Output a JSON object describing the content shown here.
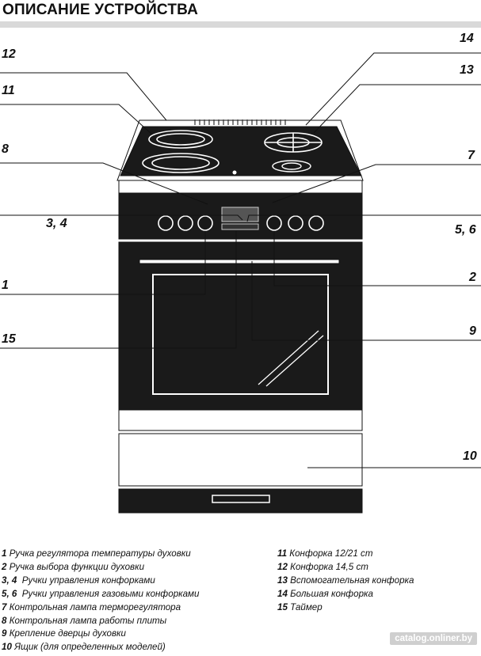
{
  "page": {
    "title": "ОПИСАНИЕ УСТРОЙСТВА"
  },
  "callouts": {
    "c1": "1",
    "c2": "2",
    "c3_4": "3, 4",
    "c5_6": "5, 6",
    "c7": "7",
    "c8": "8",
    "c9": "9",
    "c10": "10",
    "c11": "11",
    "c12": "12",
    "c13": "13",
    "c14": "14",
    "c15": "15"
  },
  "legend_left": [
    {
      "num": "1",
      "text": "Ручка регулятора температуры духовки"
    },
    {
      "num": "2",
      "text": "Ручка выбора функции духовки"
    },
    {
      "num": "3, 4",
      "text": "Ручки управления конфорками"
    },
    {
      "num": "5, 6",
      "text": "Ручки управления газовыми конфорками"
    },
    {
      "num": "7",
      "text": "Контрольная лампа терморегулятора"
    },
    {
      "num": "8",
      "text": "Контрольная лампа работы плиты"
    },
    {
      "num": "9",
      "text": "Крепление дверцы духовки"
    },
    {
      "num": "10",
      "text": "Ящик (для определенных моделей)"
    }
  ],
  "legend_right": [
    {
      "num": "11",
      "text": "Конфорка 12/21 cm"
    },
    {
      "num": "12",
      "text": "Конфорка 14,5 cm"
    },
    {
      "num": "13",
      "text": "Вспомогательная конфорка"
    },
    {
      "num": "14",
      "text": "Большая конфорка"
    },
    {
      "num": "15",
      "text": "Таймер"
    }
  ],
  "watermark": "catalog.onliner.by"
}
